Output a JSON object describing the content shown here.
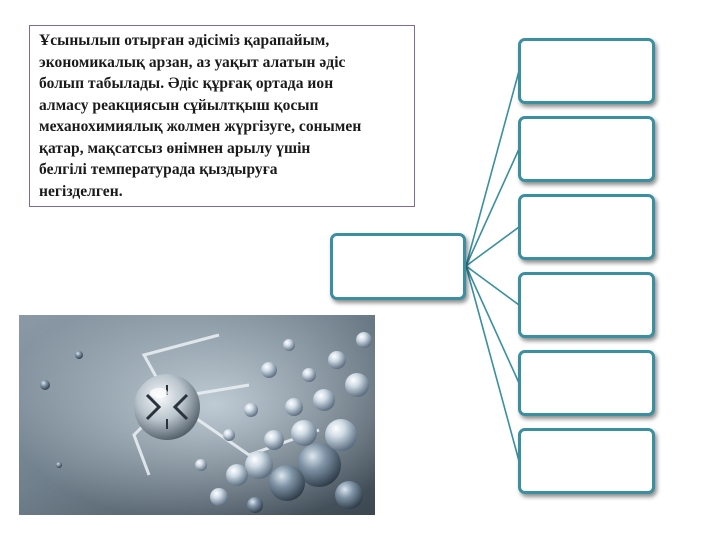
{
  "description_text": "Ұсынылып отырған әдісіміз қарапайым, экономикалық арзан, аз уақыт алатын әдіс болып табылады. Әдіс құрғақ ортада ион алмасу реакциясын сұйылтқыш қосып механохимиялық жолмен жүргізуге, сонымен қатар, мақсатсыз өнімнен арылу үшін белгілі температурада қыздыруға негізделген.",
  "description_lines": [
    "Ұсынылып отырған әдісіміз қарапайым,",
    "экономикалық арзан, аз уақыт алатын әдіс",
    "болып табылады. Әдіс құрғақ ортада ион",
    "алмасу реакциясын сұйылтқыш қосып",
    "механохимиялық жолмен жүргізуге, сонымен",
    "қатар, мақсатсыз өнімнен арылу үшін",
    "белгілі температурада қыздыруға",
    "негізделген."
  ],
  "diagram": {
    "root": {
      "label": ""
    },
    "children": [
      {
        "label": ""
      },
      {
        "label": ""
      },
      {
        "label": ""
      },
      {
        "label": ""
      },
      {
        "label": ""
      },
      {
        "label": ""
      }
    ],
    "colors": {
      "node_border": "#3a8fa0",
      "connector": "#3a8fa0",
      "text_box_border": "#7e6a9c"
    }
  },
  "image": {
    "subject": "molecular-nanotechnology-render",
    "palette": [
      "#5f6f7a",
      "#9fb3c2",
      "#dfe8ef",
      "#2f3a44"
    ]
  }
}
